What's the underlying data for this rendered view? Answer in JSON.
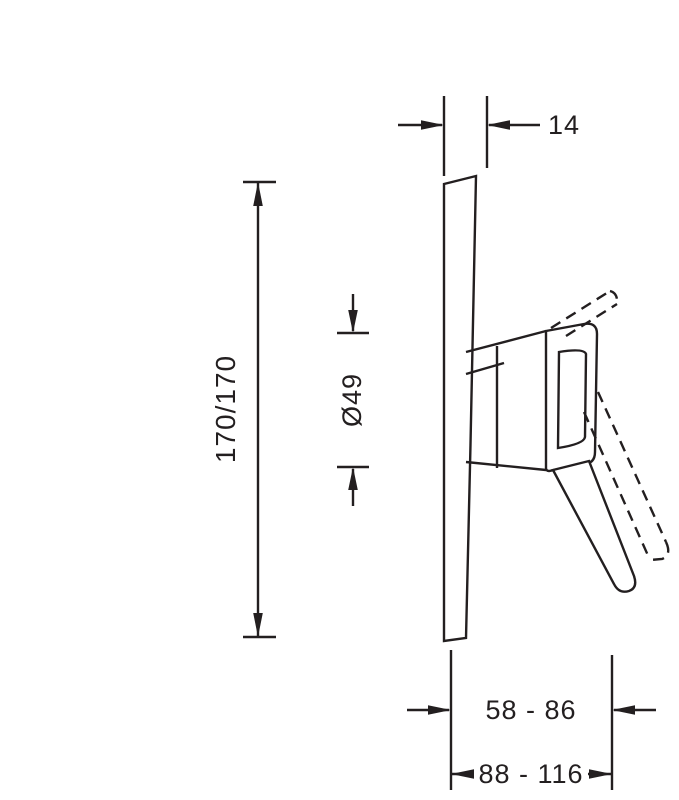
{
  "diagram": {
    "labels": {
      "plate_thickness": "14",
      "plate_height": "170/170",
      "diameter": "Ø49",
      "depth_min_max": "58 - 86",
      "overall_depth_min_max": "88 - 116"
    },
    "colors": {
      "line": "#231f20",
      "background": "#ffffff"
    }
  }
}
